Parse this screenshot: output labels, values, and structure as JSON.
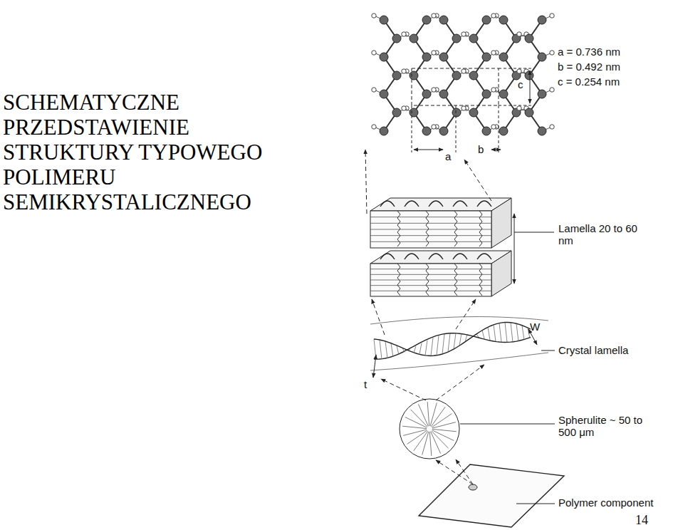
{
  "diagram": {
    "title": "SCHEMATYCZNE PRZEDSTAWIENIE STRUKTURY TYPOWEGO POLIMERU SEMIKRYSTALICZNEGO",
    "labels": [
      "a = 0.736 nm",
      "b = 0.492 nm",
      "c = 0.254 nm",
      "c",
      "a",
      "b",
      "Lamella 20 to 60 nm",
      "W",
      "Crystal lamella",
      "t",
      "Spherulite ~ 50 to 500 μm",
      "Polymer component",
      "14"
    ]
  }
}
